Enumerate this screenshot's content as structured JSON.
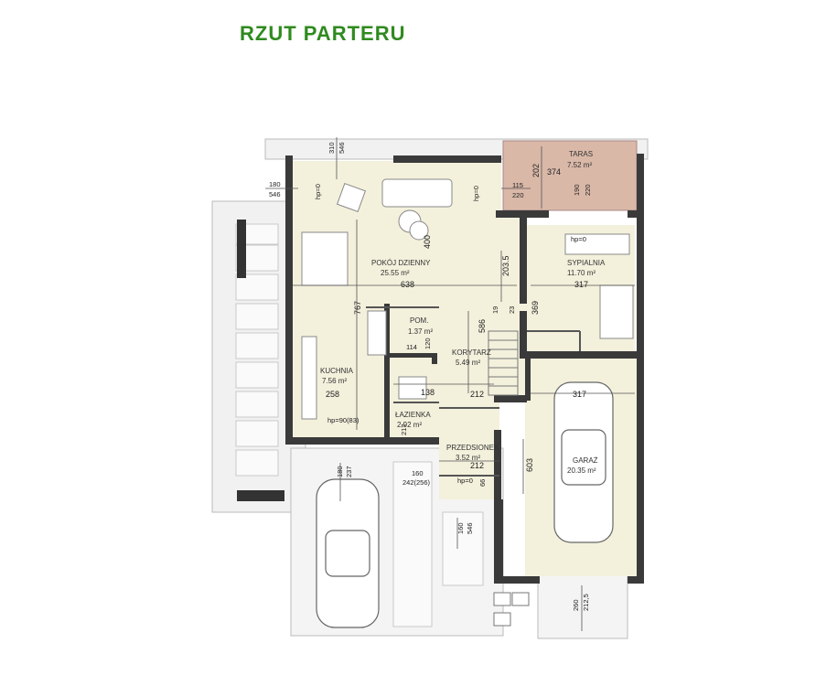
{
  "title": "RZUT PARTERU",
  "rooms": {
    "taras": {
      "name": "TARAS",
      "area": "7.52 m²"
    },
    "pokoj": {
      "name": "POKÓJ DZIENNY",
      "area": "25.55 m²"
    },
    "sypialnia": {
      "name": "SYPIALNIA",
      "area": "11.70 m²"
    },
    "pom": {
      "name": "POM.",
      "area": "1.37 m²"
    },
    "korytarz": {
      "name": "KORYTARZ",
      "area": "5.49 m²"
    },
    "kuchnia": {
      "name": "KUCHNIA",
      "area": "7.56 m²"
    },
    "lazienka": {
      "name": "ŁAZIENKA",
      "area": "2.92 m²"
    },
    "przedsionek": {
      "name": "PRZEDSIONEK",
      "area": "3.52 m²"
    },
    "garaz": {
      "name": "GARAŻ",
      "area": "20.35 m²"
    }
  },
  "dims": {
    "d310": "310",
    "d546a": "546",
    "d180": "180",
    "d546b": "546",
    "hp0a": "hp=0",
    "hp0b": "hp=0",
    "hp0c": "hp=0",
    "hp0d": "hp=0",
    "d202": "202",
    "d374": "374",
    "d115": "115",
    "d220a": "220",
    "d190": "190",
    "d220b": "220",
    "d400": "400",
    "d638": "638",
    "d2035": "203.5",
    "d317a": "317",
    "d369": "369",
    "d767": "767",
    "d586": "586",
    "d114": "114",
    "d120": "120",
    "d19": "19",
    "d23": "23",
    "d258": "258",
    "d138": "138",
    "d212a": "212",
    "d217": "217",
    "d317b": "317",
    "hp90": "hp=90(83)",
    "d212b": "212",
    "d66": "66",
    "d603": "603",
    "d180b": "180",
    "d237": "237",
    "d160a": "160",
    "d242": "242(256)",
    "d160b": "160",
    "d546c": "546",
    "d260": "260",
    "d2125": "212,5"
  },
  "colors": {
    "title": "#2f8a1f",
    "wall": "#3a3a3a",
    "floor": "#f3f0dc",
    "terrace": "#d9b8a8"
  }
}
